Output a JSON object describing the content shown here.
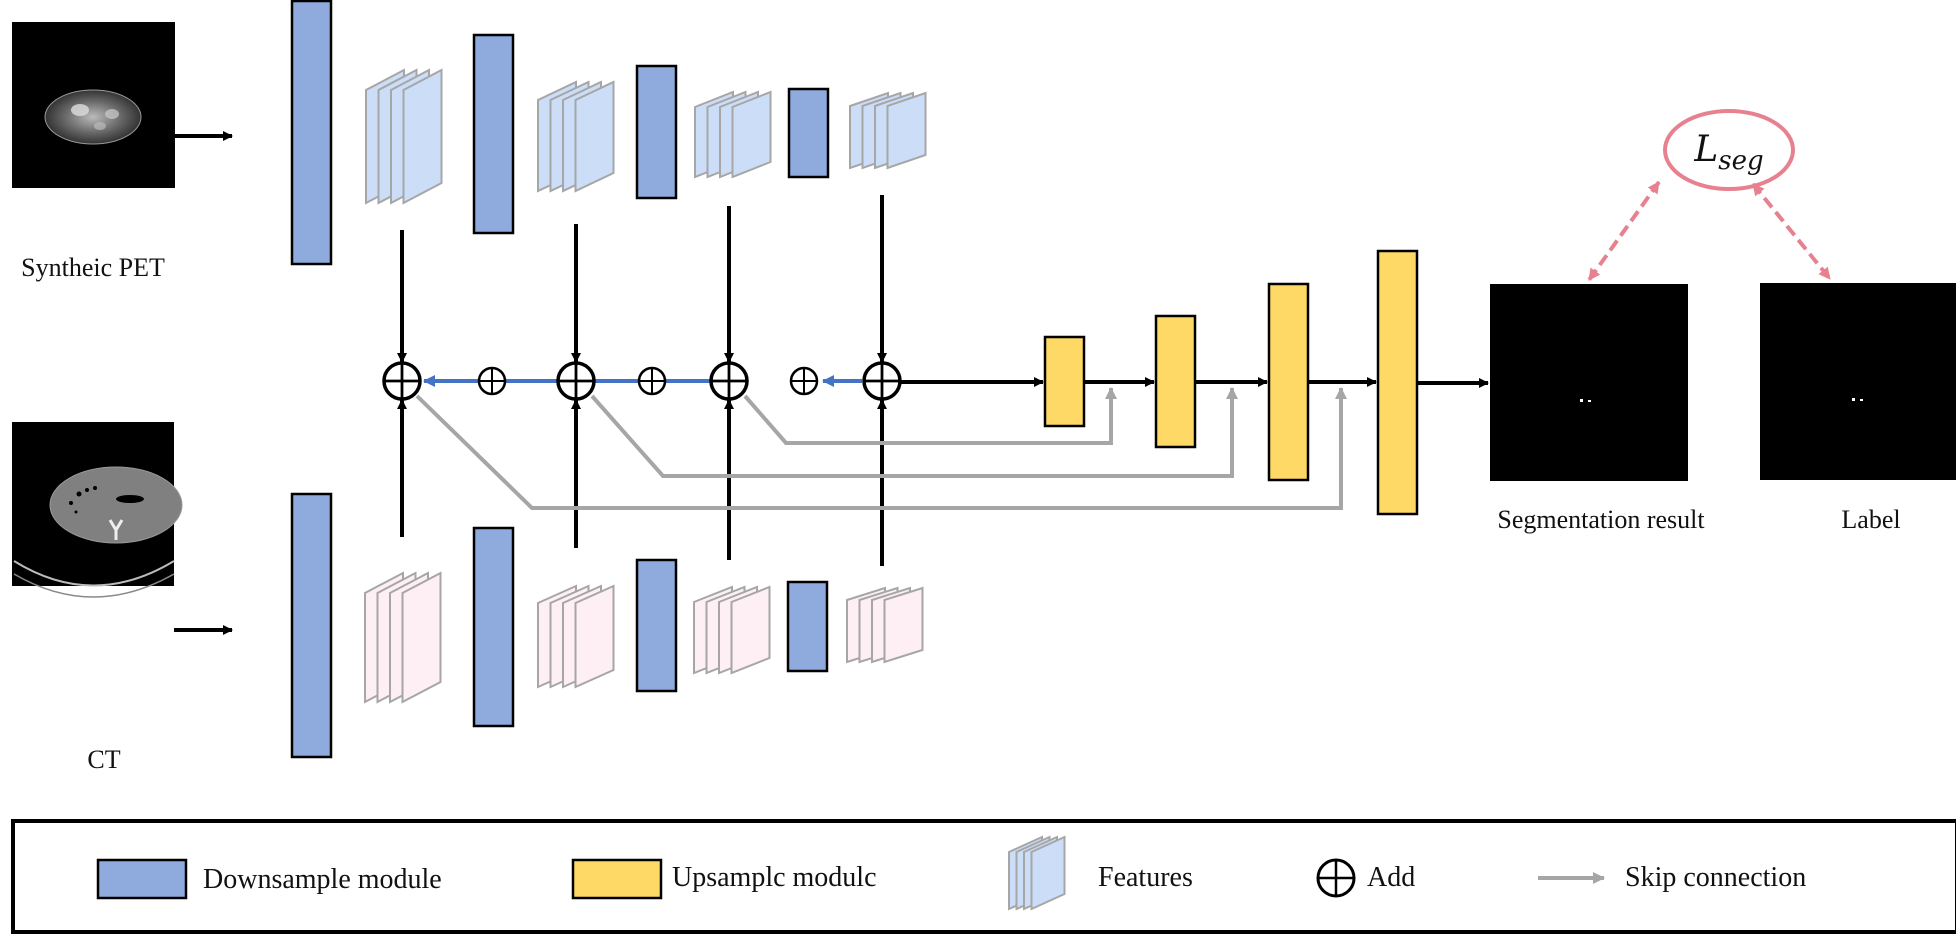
{
  "diagram": {
    "inputs": {
      "pet_label": "Syntheic PET",
      "ct_label": "CT"
    },
    "outputs": {
      "segmentation_label": "Segmentation result",
      "label_label": "Label"
    },
    "loss": {
      "symbol": "L",
      "subscript": "seg"
    },
    "encoder": {
      "downsample_stages": 4,
      "feature_stages": 4
    },
    "decoder": {
      "upsample_stages": 4,
      "skip_connections": 3
    },
    "colors": {
      "downsample": "#8FAADC",
      "upsample": "#FFD966",
      "pet_features": "#CCDDF8",
      "ct_features": "#FDEFF3",
      "fusion_arrow": "#4472C4",
      "skip_arrow": "#A6A6A6",
      "loss": "#E8818F"
    }
  },
  "legend": {
    "items": [
      {
        "key": "downsample",
        "label": "Downsample module"
      },
      {
        "key": "upsample",
        "label": "Upsamplc modulc"
      },
      {
        "key": "features",
        "label": "Features"
      },
      {
        "key": "add",
        "label": "Add"
      },
      {
        "key": "skip",
        "label": "Skip connection"
      }
    ]
  }
}
